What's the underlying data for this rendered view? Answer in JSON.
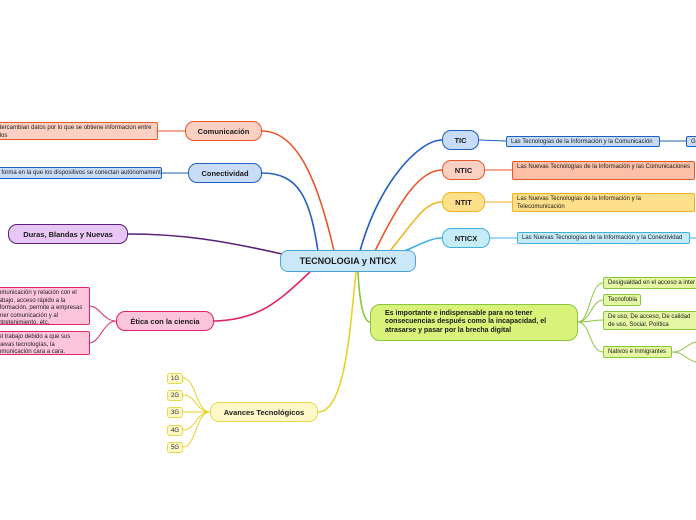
{
  "center": "TECNOLOGIA y NTICX",
  "left": {
    "comunicacion": {
      "label": "Comunicación",
      "leaf": "intercambian datos por lo que se obtiene informacion entre ellos"
    },
    "conectividad": {
      "label": "Conectividad",
      "leaf": "la forma en la que los dispositivos se conectan autónomamente"
    },
    "duras": {
      "label": "Duras, Blandas y Nuevas"
    },
    "etica": {
      "label": "Ética con la ciencia",
      "leaf1": "comunicación y relación con el trabajo, acceso rápido a la información, permite a empresas tener comunicación y al entretenimiento, etc.",
      "leaf2": "del trabajo debido a que sus nuevas tecnologías, la comunicación cara a cara."
    }
  },
  "avances": {
    "label": "Avances Tecnológicos",
    "items": [
      "1G",
      "2G",
      "3G",
      "4G",
      "5G"
    ]
  },
  "right": {
    "tic": {
      "label": "TIC",
      "leaf": "Las Tecnologías de la Información y la Comunicación",
      "extra": "Ge"
    },
    "ntic": {
      "label": "NTIC",
      "leaf": "Las Nuevas Tecnologías de la Información y las Comunicaciones"
    },
    "ntit": {
      "label": "NTIT",
      "leaf": "Las Nuevas Tecnologías de la Información y la Telecomunicación"
    },
    "nticx": {
      "label": "NTICX",
      "leaf": "Las Nuevas Tecnologías de la Información y la Conectividad"
    },
    "importante": {
      "label": "Es importante e indispensable para no tener consecuencias después como la incapacidad, el atrasarse y pasar por la brecha digital",
      "items": [
        "Desigualdad en el acceso a inter",
        "Tecnofobia",
        "De uso, De acceso, De calidad de uso, Social, Política",
        "Nativos e Inmigrantes"
      ]
    }
  },
  "colors": {
    "comunicacion": "#e8562a",
    "conectividad": "#1f5fbf",
    "duras": "#5a1f78",
    "etica": "#e0246a",
    "avances": "#e8d22a",
    "tic": "#1f5fbf",
    "ntic": "#e8562a",
    "ntit": "#f0b323",
    "nticx": "#3fb0e0",
    "importante": "#8cc63f"
  }
}
